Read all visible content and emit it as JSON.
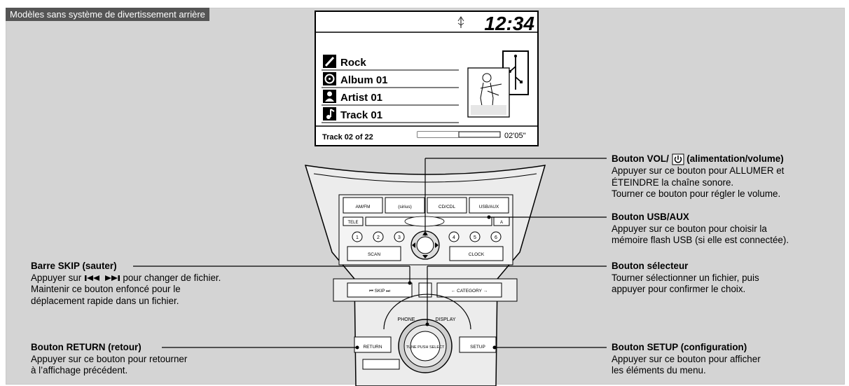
{
  "tag": "Modèles sans système de divertissement arrière",
  "screen": {
    "usb_icon": "usb-icon",
    "time": "12:34",
    "rows": [
      {
        "icon": "genre-icon",
        "text": "Rock"
      },
      {
        "icon": "album-icon",
        "text": "Album 01"
      },
      {
        "icon": "artist-icon",
        "text": "Artist 01"
      },
      {
        "icon": "track-icon",
        "text": "Track 01"
      }
    ],
    "track_counter": "Track 02 of 22",
    "progress": 0.5,
    "elapsed": "02'05''"
  },
  "panel": {
    "btn_am_fm": "AM/FM",
    "btn_sirius": "(sirius)",
    "btn_cd": "CD/CDL",
    "btn_usb": "USB/AUX",
    "btn_tele": "TELE",
    "btn_a": "A",
    "presets": [
      "1",
      "2",
      "3",
      "4",
      "5",
      "6"
    ],
    "btn_scan": "SCAN",
    "btn_clock": "CLOCK",
    "skip": "⏮  SKIP  ⏭",
    "category": "← CATEGORY →",
    "phone": "PHONE",
    "display": "DISPLAY",
    "knob": "TUNE PUSH SELECT",
    "return": "RETURN",
    "setup": "SETUP"
  },
  "callouts": {
    "vol": {
      "title_a": "Bouton VOL/",
      "title_b": "(alimentation/volume)",
      "icon": "power-icon",
      "line1": "Appuyer sur ce bouton pour ALLUMER et",
      "line2": "ÉTEINDRE la chaîne sonore.",
      "line3": "Tourner ce bouton pour régler le volume."
    },
    "usb": {
      "title": "Bouton USB/AUX",
      "line1": "Appuyer sur ce bouton pour choisir la",
      "line2": "mémoire flash USB (si elle est connectée)."
    },
    "selector": {
      "title": "Bouton sélecteur",
      "line1": "Tourner sélectionner un fichier, puis",
      "line2": "appuyer pour confirmer le choix."
    },
    "setup": {
      "title": "Bouton SETUP (configuration)",
      "line1": "Appuyer sur ce bouton pour afficher",
      "line2": "les éléments du menu."
    },
    "skip": {
      "title": "Barre SKIP (sauter)",
      "line1_a": "Appuyer sur",
      "line1_b": "pour changer de fichier.",
      "icon_prev": "skip-back-icon",
      "icon_next": "skip-forward-icon",
      "line2": "Maintenir ce bouton enfoncé pour le",
      "line3": "déplacement rapide dans un fichier."
    },
    "return": {
      "title": "Bouton RETURN (retour)",
      "line1": "Appuyer sur ce bouton pour retourner",
      "line2": "à l’affichage précédent."
    }
  }
}
